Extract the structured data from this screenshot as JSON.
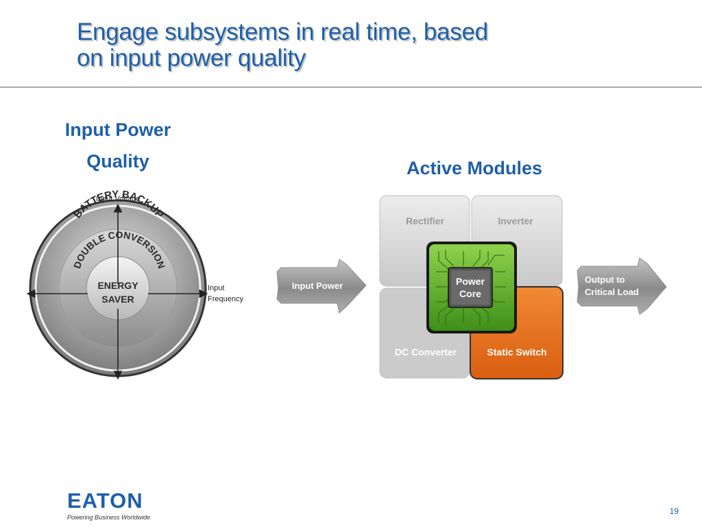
{
  "slide": {
    "title_line1": "Engage subsystems in real time,  based",
    "title_line2": "on input power quality",
    "page_number": "19"
  },
  "left_panel": {
    "heading_line1": "Input Power",
    "heading_line2": "Quality",
    "axis_vertical_label": "Input Voltage",
    "axis_horizontal_label_line1": "Input",
    "axis_horizontal_label_line2": "Frequency",
    "outer_ring_label": "BATTERY BACKUP",
    "middle_ring_label": "DOUBLE CONVERSION",
    "core_label_line1": "ENERGY",
    "core_label_line2": "SAVER"
  },
  "flow": {
    "input_arrow_label": "Input Power",
    "output_arrow_label_line1": "Output to",
    "output_arrow_label_line2": "Critical Load"
  },
  "right_panel": {
    "heading": "Active Modules",
    "modules": {
      "rectifier": "Rectifier",
      "inverter": "Inverter",
      "dc_converter": "DC Converter",
      "static_switch": "Static Switch",
      "core_line1": "Power",
      "core_line2": "Core"
    }
  },
  "brand": {
    "logo_text": "EATON",
    "tagline": "Powering Business Worldwide"
  },
  "colors": {
    "brand_blue": "#1f5fa8",
    "core_green": "#5fb32e",
    "static_switch_orange": "#e8701c",
    "module_gray": "#c8c8c8"
  }
}
